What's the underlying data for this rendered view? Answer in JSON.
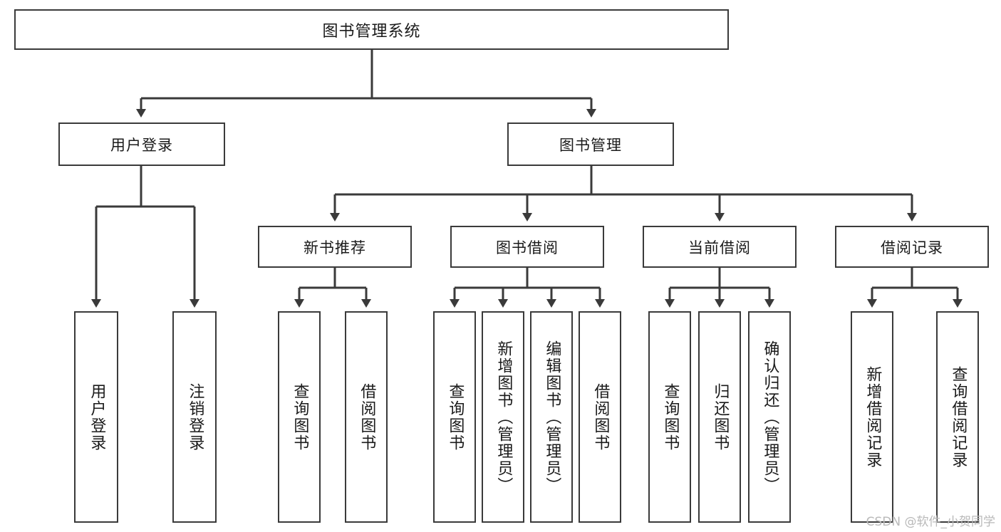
{
  "diagram": {
    "title": "图书管理系统",
    "type": "tree-hierarchy-diagram",
    "colors": {
      "box_border": "#3a3a3a",
      "box_fill": "#ffffff",
      "connector": "#3a3a3a",
      "text": "#1a1a1a",
      "watermark": "#b9b9b9",
      "background": "#ffffff"
    },
    "root": {
      "label": "图书管理系统"
    },
    "level1": [
      {
        "label": "用户登录"
      },
      {
        "label": "图书管理"
      }
    ],
    "level2": [
      {
        "label": "新书推荐"
      },
      {
        "label": "图书借阅"
      },
      {
        "label": "当前借阅"
      },
      {
        "label": "借阅记录"
      }
    ],
    "leaves": {
      "user_login": [
        {
          "label": "用户登录"
        },
        {
          "label": "注销登录"
        }
      ],
      "new_book_recommend": [
        {
          "label": "查询图书"
        },
        {
          "label": "借阅图书"
        }
      ],
      "book_borrow": [
        {
          "label": "查询图书"
        },
        {
          "label": "新增图书（管理员）"
        },
        {
          "label": "编辑图书（管理员）"
        },
        {
          "label": "借阅图书"
        }
      ],
      "current_borrow": [
        {
          "label": "查询图书"
        },
        {
          "label": "归还图书"
        },
        {
          "label": "确认归还（管理员）"
        }
      ],
      "borrow_record": [
        {
          "label": "新增借阅记录"
        },
        {
          "label": "查询借阅记录"
        }
      ]
    }
  },
  "watermark": {
    "text": "CSDN @软件_小贺同学"
  }
}
